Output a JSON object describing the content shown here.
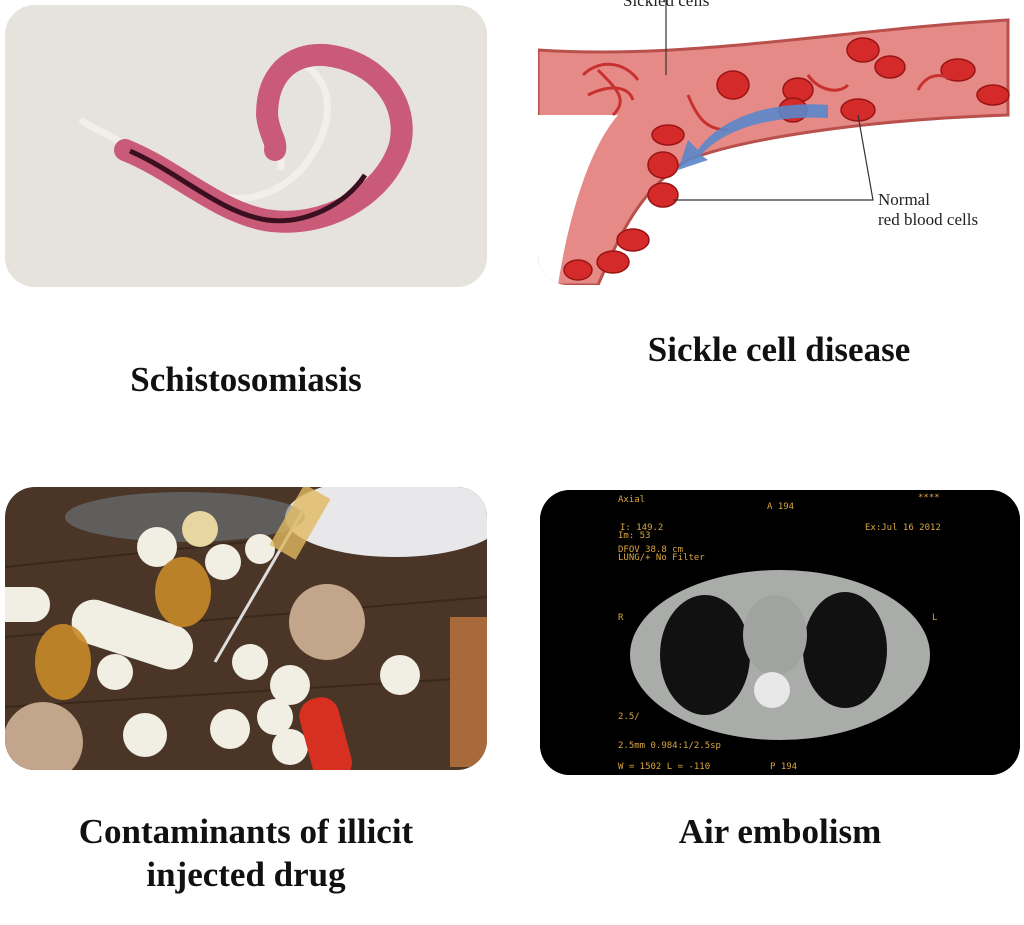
{
  "panels": [
    {
      "caption": "Schistosomiasis"
    },
    {
      "caption": "Sickle cell disease",
      "labels": {
        "sickled": "Sickled cells",
        "normal_1": "Normal",
        "normal_2": "red blood cells"
      }
    },
    {
      "caption_line1": "Contaminants of illicit",
      "caption_line2": "injected drug"
    },
    {
      "caption": "Air embolism",
      "ct_text": {
        "axial": "Axial",
        "a": "A 194",
        "stars": "****",
        "i": "I: 149.2",
        "im": "Im: 53",
        "ex": "Ex:Jul 16 2012",
        "dfov": "DFOV 38.8 cm",
        "lung": "LUNG/+ No Filter",
        "r": "R",
        "l": "L",
        "thick": "2.5/",
        "mm": "2.5mm 0.984:1/2.5sp",
        "wl": "W = 1502 L = -110",
        "p": "P 194"
      }
    }
  ],
  "colors": {
    "caption": "#111111",
    "vessel": "#e07a78",
    "rbc": "#d42a2a",
    "arrow": "#5b86c9",
    "ct_text": "#d9a640"
  }
}
